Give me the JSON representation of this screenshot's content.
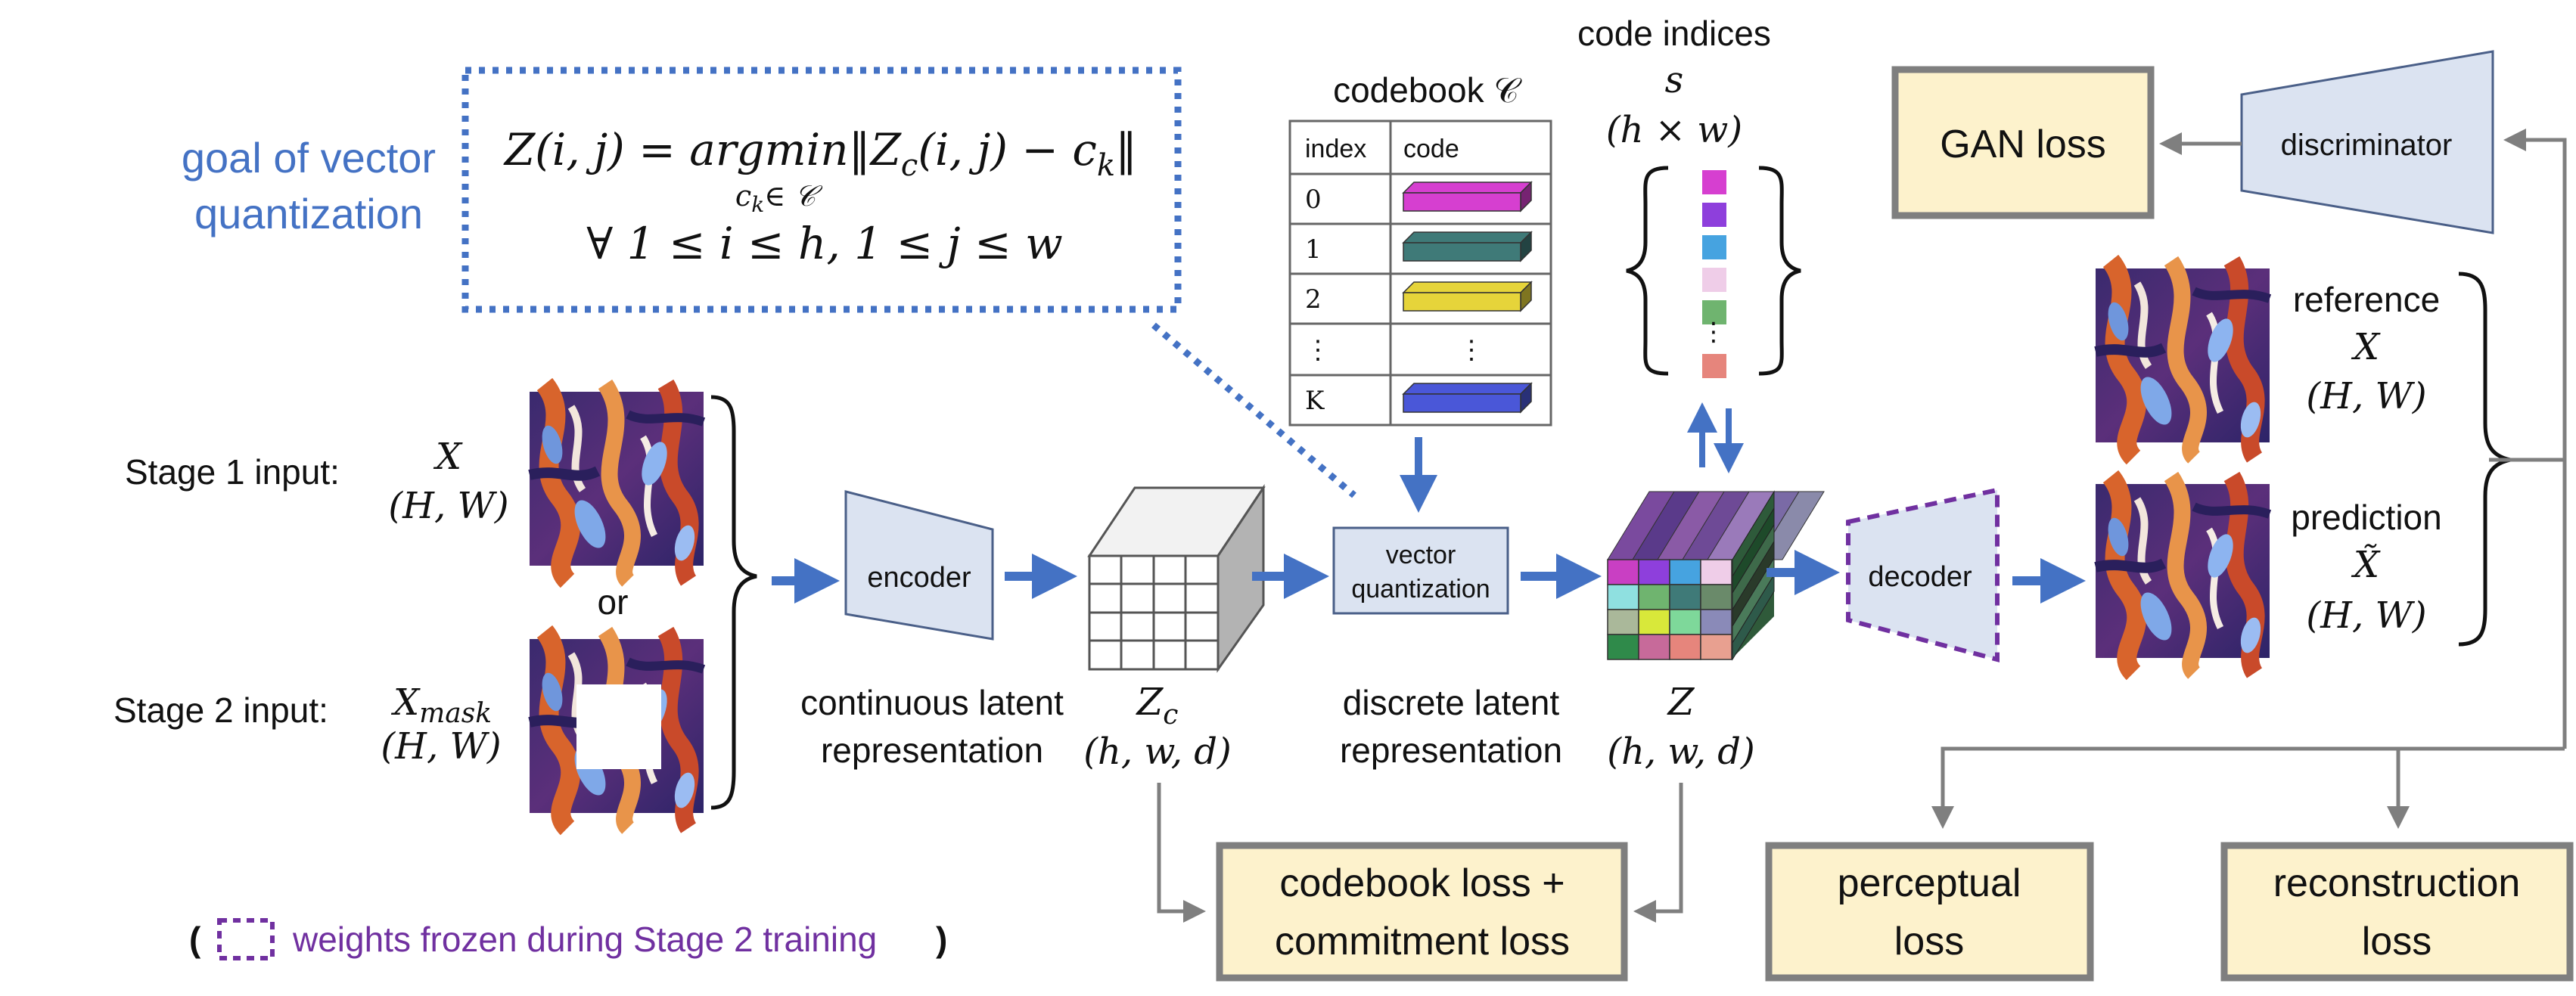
{
  "colors": {
    "arrow_blue": "#4472c4",
    "gray_arrow": "#7f7f7f",
    "box_fill": "#fdf2cc",
    "box_border": "#7f7f7f",
    "shape_fill": "#dbe3f1",
    "shape_stroke": "#4a5f88",
    "goal_text": "#4472c4",
    "frozen_purple": "#7030a0"
  },
  "goal": {
    "label_line1": "goal of vector",
    "label_line2": "quantization",
    "eq_lhs": "Z(i, j) = argmin‖Z",
    "eq_sub_c": "c",
    "eq_mid": "(i, j) − c",
    "eq_sub_k": "k",
    "eq_end": "‖",
    "eq_under": "c",
    "eq_under_sub": "k",
    "eq_under_rest": "∈ 𝒞",
    "eq_line2": "∀ 1 ≤ i ≤ h, 1 ≤ j ≤ w"
  },
  "codebook": {
    "title": "codebook 𝒞",
    "col_index": "index",
    "col_code": "code",
    "rows": [
      {
        "index": "0",
        "color": "#d63fd0"
      },
      {
        "index": "1",
        "color": "#3f7a78"
      },
      {
        "index": "2",
        "color": "#e6d43a"
      },
      {
        "index": "⋮",
        "color": ""
      },
      {
        "index": "K",
        "color": "#4a57d8"
      }
    ],
    "ellipsis": "⋮"
  },
  "code_indices": {
    "title": "code indices",
    "symbol": "s",
    "dims": "(h × w)",
    "squares": [
      "#d63fd0",
      "#8e3fdc",
      "#46a3e0",
      "#efcde8",
      "#6fb46f",
      "#e6857c"
    ],
    "ellipsis": "⋮"
  },
  "inputs": {
    "stage1_label": "Stage 1 input:",
    "stage1_var": "X",
    "stage1_dims": "(H, W)",
    "or_label": "or",
    "stage2_label": "Stage 2 input:",
    "stage2_var": "X",
    "stage2_sub": "mask",
    "stage2_dims": "(H, W)"
  },
  "encoder": {
    "label": "encoder"
  },
  "latent": {
    "caption_line1": "continuous latent",
    "caption_line2": "representation",
    "var": "Z",
    "var_sub": "c",
    "dims": "(h, w, d)"
  },
  "vq": {
    "line1": "vector",
    "line2": "quantization"
  },
  "discrete": {
    "caption_line1": "discrete latent",
    "caption_line2": "representation",
    "var": "Z",
    "dims": "(h, w, d)"
  },
  "decoder": {
    "label": "decoder"
  },
  "discriminator": {
    "label": "discriminator"
  },
  "outputs": {
    "reference_label": "reference",
    "reference_var": "X",
    "reference_dims": "(H, W)",
    "prediction_label": "prediction",
    "prediction_var": "X̃",
    "prediction_dims": "(H, W)"
  },
  "losses": {
    "gan": "GAN loss",
    "codebook_line1": "codebook loss +",
    "codebook_line2": "commitment loss",
    "perceptual_line1": "perceptual",
    "perceptual_line2": "loss",
    "reconstruction_line1": "reconstruction",
    "reconstruction_line2": "loss"
  },
  "legend": {
    "open": "(",
    "text": "weights frozen during Stage 2 training",
    "close": ")"
  }
}
